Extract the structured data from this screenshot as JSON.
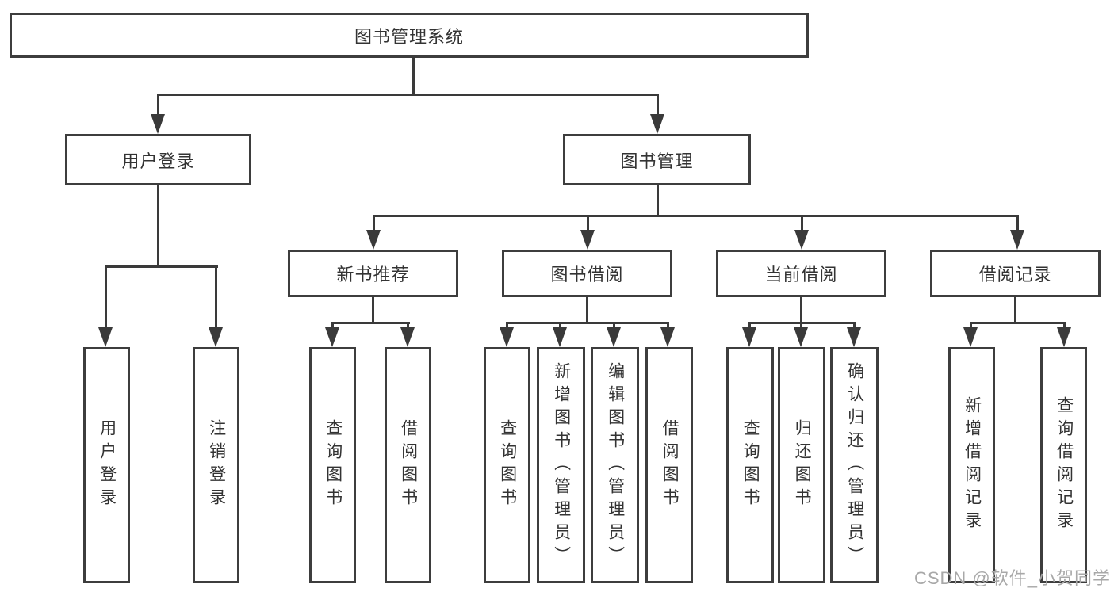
{
  "tree": {
    "root": {
      "label": "图书管理系统",
      "children": [
        {
          "label": "用户登录",
          "children": [
            {
              "label": "用户登录"
            },
            {
              "label": "注销登录"
            }
          ]
        },
        {
          "label": "图书管理",
          "children": [
            {
              "label": "新书推荐",
              "children": [
                {
                  "label": "查询图书"
                },
                {
                  "label": "借阅图书"
                }
              ]
            },
            {
              "label": "图书借阅",
              "children": [
                {
                  "label": "查询图书"
                },
                {
                  "label": "新增图书（管理员）"
                },
                {
                  "label": "编辑图书（管理员）"
                },
                {
                  "label": "借阅图书"
                }
              ]
            },
            {
              "label": "当前借阅",
              "children": [
                {
                  "label": "查询图书"
                },
                {
                  "label": "归还图书"
                },
                {
                  "label": "确认归还（管理员）"
                }
              ]
            },
            {
              "label": "借阅记录",
              "children": [
                {
                  "label": "新增借阅记录"
                },
                {
                  "label": "查询借阅记录"
                }
              ]
            }
          ]
        }
      ]
    }
  },
  "watermark": {
    "text": "CSDN @软件_小贺同学"
  },
  "colors": {
    "line": "#3a3a3a",
    "border": "#3d3d3d",
    "text": "#333333",
    "watermark": "#a8a8a8",
    "background": "#ffffff"
  }
}
